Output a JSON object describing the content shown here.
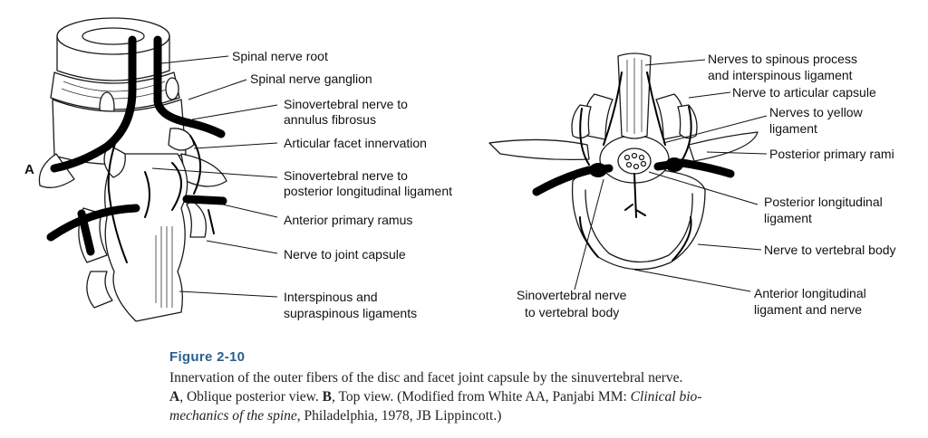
{
  "panel_a_letter": "A",
  "panel_a_labels": [
    "Spinal nerve root",
    "Spinal nerve ganglion",
    "Sinovertebral nerve to",
    "annulus fibrosus",
    "Articular facet innervation",
    "Sinovertebral nerve to",
    "posterior longitudinal ligament",
    "Anterior primary ramus",
    "Nerve to joint capsule",
    "Interspinous and",
    "supraspinous ligaments"
  ],
  "panel_b_labels": [
    "Nerves to spinous process",
    "and interspinous ligament",
    "Nerve to articular capsule",
    "Nerves to yellow",
    "ligament",
    "Posterior primary rami",
    "Posterior longitudinal",
    "ligament",
    "Nerve to vertebral body",
    "Anterior longitudinal",
    "ligament and nerve",
    "Sinovertebral nerve",
    "to vertebral body"
  ],
  "caption": {
    "title": "Figure 2-10",
    "line1": "Innervation of the outer fibers of the disc and facet joint capsule by the sinuvertebral nerve.",
    "line2_a": "A",
    "line2_b": ", Oblique posterior view. ",
    "line2_c": "B",
    "line2_d": ", Top view. (Modified from White AA, Panjabi MM: ",
    "line2_e": "Clinical bio-",
    "line3_a": "mechanics of the spine",
    "line3_b": ", Philadelphia, 1978, JB Lippincott.)"
  },
  "colors": {
    "caption_title": "#2b5f8f",
    "ink": "#111111"
  }
}
